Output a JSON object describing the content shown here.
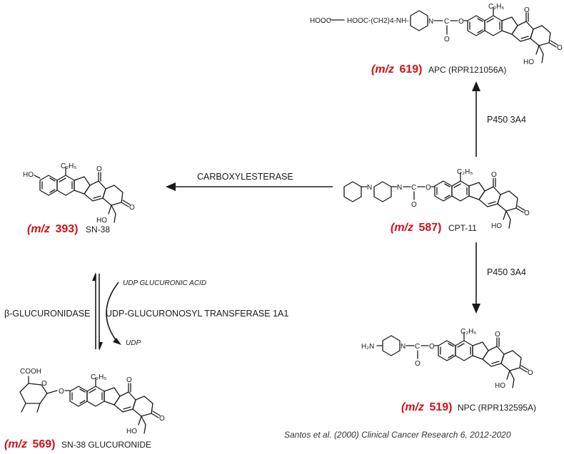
{
  "compounds": {
    "apc": {
      "mz_prefix": "(m/z",
      "mz_value": "619)",
      "name": "APC (RPR121056A)",
      "substituent": "HOOC-(CH2)4-NH-"
    },
    "cpt11": {
      "mz_prefix": "(m/z",
      "mz_value": "587)",
      "name": "CPT-11"
    },
    "sn38": {
      "mz_prefix": "(m/z",
      "mz_value": "393)",
      "name": "SN-38"
    },
    "npc": {
      "mz_prefix": "(m/z",
      "mz_value": "519)",
      "name": "NPC (RPR132595A)"
    },
    "sn38g": {
      "mz_prefix": "(m/z",
      "mz_value": "569)",
      "name": "SN-38 GLUCURONIDE"
    }
  },
  "atoms": {
    "ethyl": "C₂H₅",
    "oxygen": "O",
    "nitrogen": "N",
    "carbon": "C",
    "hydroxyl": "HO",
    "hydroxyl_left": "HO",
    "amine": "H₂N",
    "acid": "HOOC",
    "cooh": "COOH",
    "nh": "N",
    "h": "H"
  },
  "enzymes": {
    "carboxylesterase": "CARBOXYLESTERASE",
    "p450_up": "P450 3A4",
    "p450_down": "P450 3A4",
    "glucuronidase": "β-GLUCURONIDASE",
    "ugt": "UDP-GLUCURONOSYL TRANSFERASE 1A1",
    "udpga": "UDP GLUCURONIC ACID",
    "udp": "UDP"
  },
  "citation": "Santos et al. (2000) Clinical Cancer Research 6, 2012-2020"
}
